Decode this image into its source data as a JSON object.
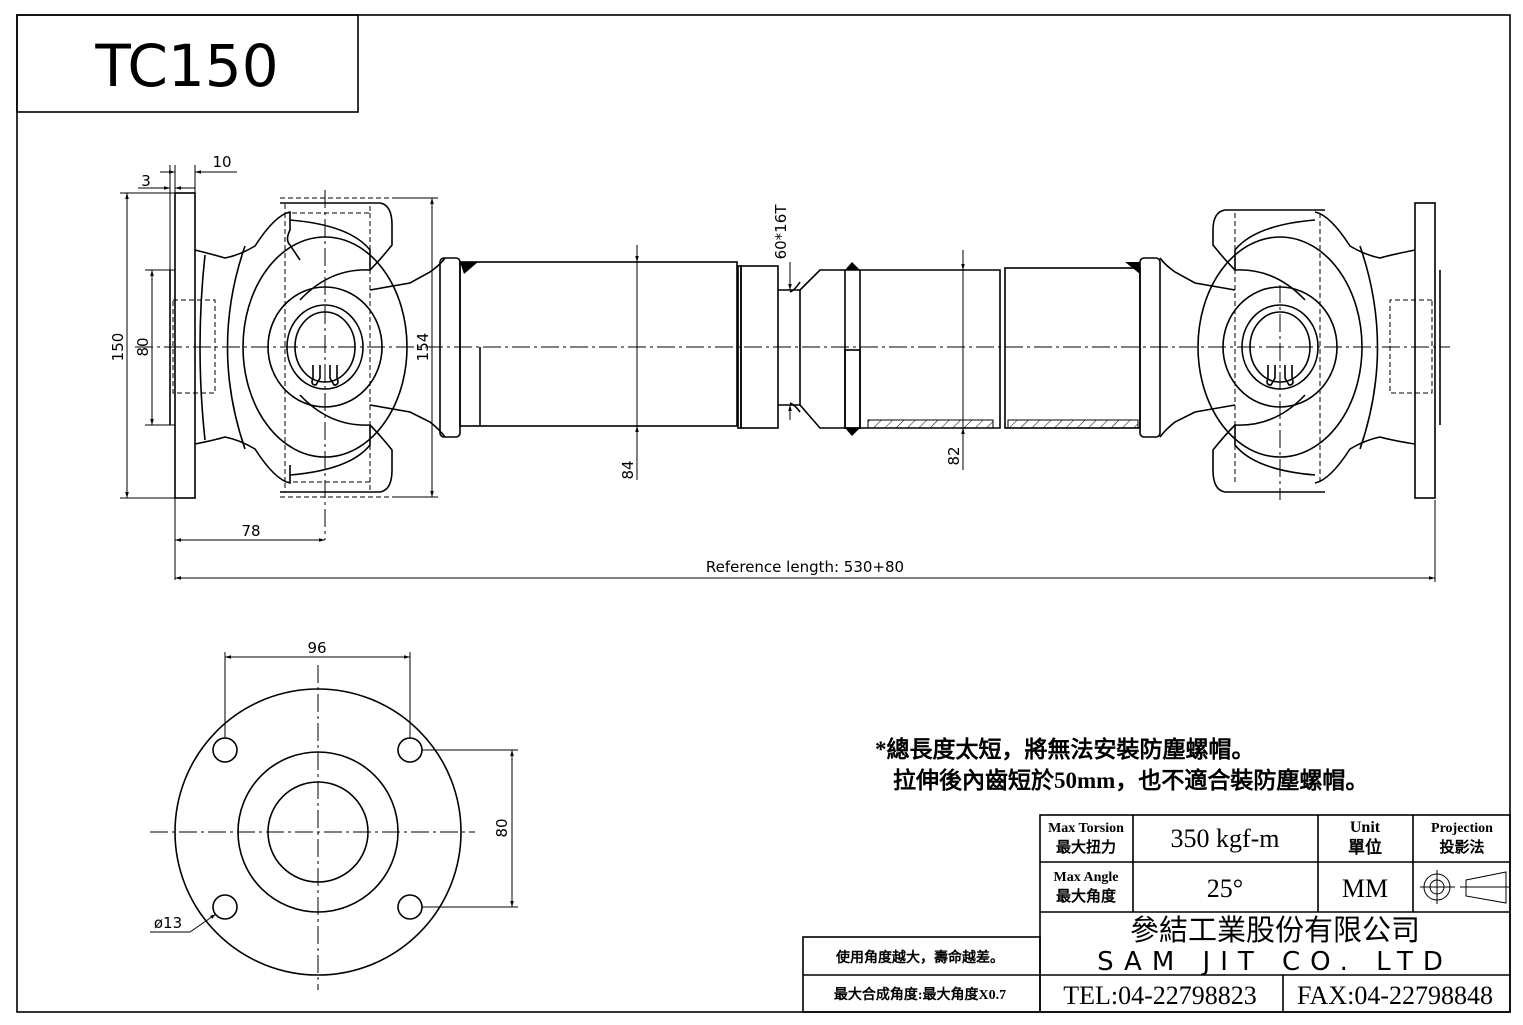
{
  "title": "TC150",
  "dimensions": {
    "flange_face": "3",
    "flange_thickness": "10",
    "flange_diameter": "150",
    "pilot_diameter": "80",
    "yoke_span": "154",
    "tube_diameter": "84",
    "spline": "60*16T",
    "inner_tube_diameter": "82",
    "flange_to_cross": "78",
    "reference_length": "Reference length: 530+80",
    "bolt_spacing_horizontal": "96",
    "bolt_spacing_vertical": "80",
    "bolt_hole": "ø13"
  },
  "notes": {
    "line1": "*總長度太短，將無法安裝防塵螺帽。",
    "line2": "拉伸後內齒短於50mm，也不適合裝防塵螺帽。"
  },
  "title_block": {
    "max_torsion_label_en": "Max Torsion",
    "max_torsion_label_zh": "最大扭力",
    "max_torsion_value": "350 kgf-m",
    "unit_label_en": "Unit",
    "unit_label_zh": "單位",
    "projection_label_en": "Projection",
    "projection_label_zh": "投影法",
    "max_angle_label_en": "Max Angle",
    "max_angle_label_zh": "最大角度",
    "max_angle_value": "25°",
    "unit_value": "MM",
    "company_zh": "參結工業股份有限公司",
    "company_en": "SAM JIT CO. LTD",
    "tel": "TEL:04-22798823",
    "fax": "FAX:04-22798848",
    "remark1": "使用角度越大，壽命越差。",
    "remark2": "最大合成角度:最大角度X0.7"
  }
}
